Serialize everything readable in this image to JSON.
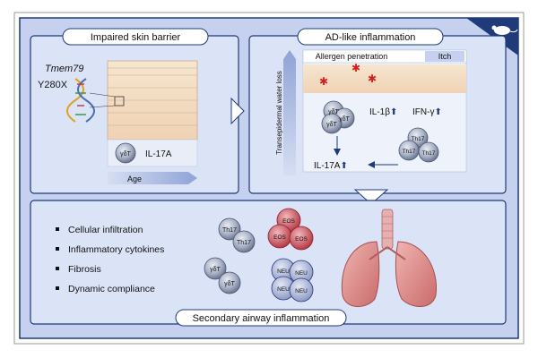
{
  "panels": {
    "skin_barrier": {
      "title": "Impaired skin barrier",
      "gene": "Tmem79",
      "mutation": "Y280X",
      "cell_label": "γδT",
      "cytokine": "IL-17A",
      "age_label": "Age"
    },
    "ad_inflammation": {
      "title": "AD-like inflammation",
      "allergen": "Allergen penetration",
      "itch": "Itch",
      "vertical_label": "Transepidermal water loss",
      "il1b": "IL-1β",
      "ifng": "IFN-γ",
      "il17a": "IL-17A",
      "gdt": "γδT",
      "th17": "Th17"
    },
    "airway": {
      "title": "Secondary airway inflammation",
      "bullets": [
        "Cellular infiltration",
        "Inflammatory cytokines",
        "Fibrosis",
        "Dynamic compliance"
      ],
      "th17": "Th17",
      "gdt": "γδT",
      "eos": "EOS",
      "neu": "NEU"
    }
  },
  "colors": {
    "panel_bg": "#dbe4f7",
    "panel_border": "#1f3b7a",
    "arrow": "#1f3b7a",
    "lung": "#d98a8a",
    "eos": "#c0404a",
    "neu": "#2a3a7a",
    "tcell": "#7f8aa3"
  },
  "icons": [
    "mouse-icon",
    "dna-helix-icon",
    "lung-icon",
    "skin-layer-icon",
    "star-allergen-icon"
  ]
}
